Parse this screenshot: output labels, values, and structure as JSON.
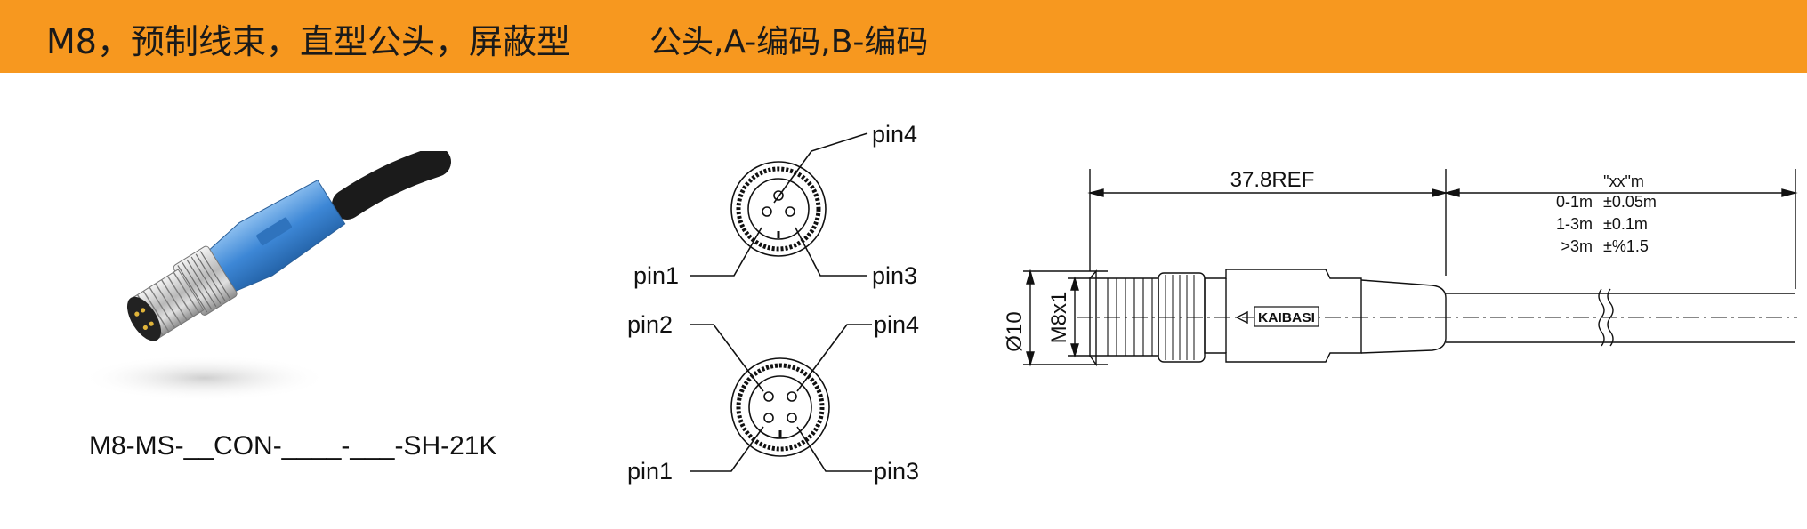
{
  "banner": {
    "title": "M8，预制线束，直型公头，屏蔽型",
    "subtitle": "公头,A-编码,B-编码",
    "color": "#f7981f"
  },
  "product": {
    "part_number": "M8-MS-__CON-____-___-SH-21K",
    "body_color": "#4a8fd8",
    "brand_mark": "KAIBASI"
  },
  "pinout": {
    "a_coded": {
      "pin1": "pin1",
      "pin3": "pin3",
      "pin4": "pin4"
    },
    "b_coded": {
      "pin1": "pin1",
      "pin2": "pin2",
      "pin3": "pin3",
      "pin4": "pin4"
    }
  },
  "drawing": {
    "ref_length": "37.8REF",
    "cable_length": "\"xx\"m",
    "tolerances": [
      {
        "range": "0-1m",
        "tol": "±0.05m"
      },
      {
        "range": "1-3m",
        "tol": "±0.1m"
      },
      {
        "range": ">3m",
        "tol": "±%1.5"
      }
    ],
    "diameter": "Ø10",
    "thread": "M8x1",
    "brand_mark": "KAIBASI"
  }
}
